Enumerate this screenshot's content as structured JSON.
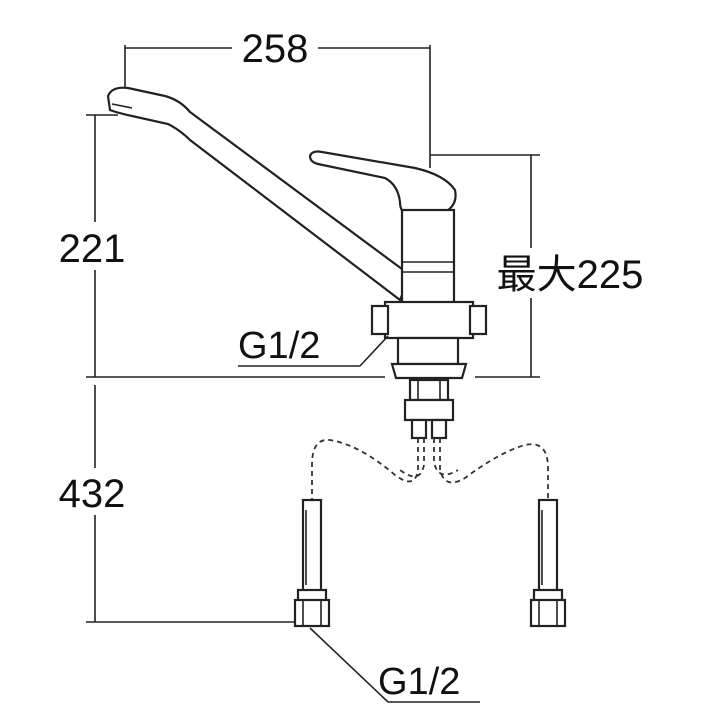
{
  "dimensions": {
    "width_top": "258",
    "height_spout": "221",
    "height_max": "最大225",
    "hose_length": "432"
  },
  "labels": {
    "thread_body": "G1/2",
    "thread_hose": "G1/2"
  }
}
